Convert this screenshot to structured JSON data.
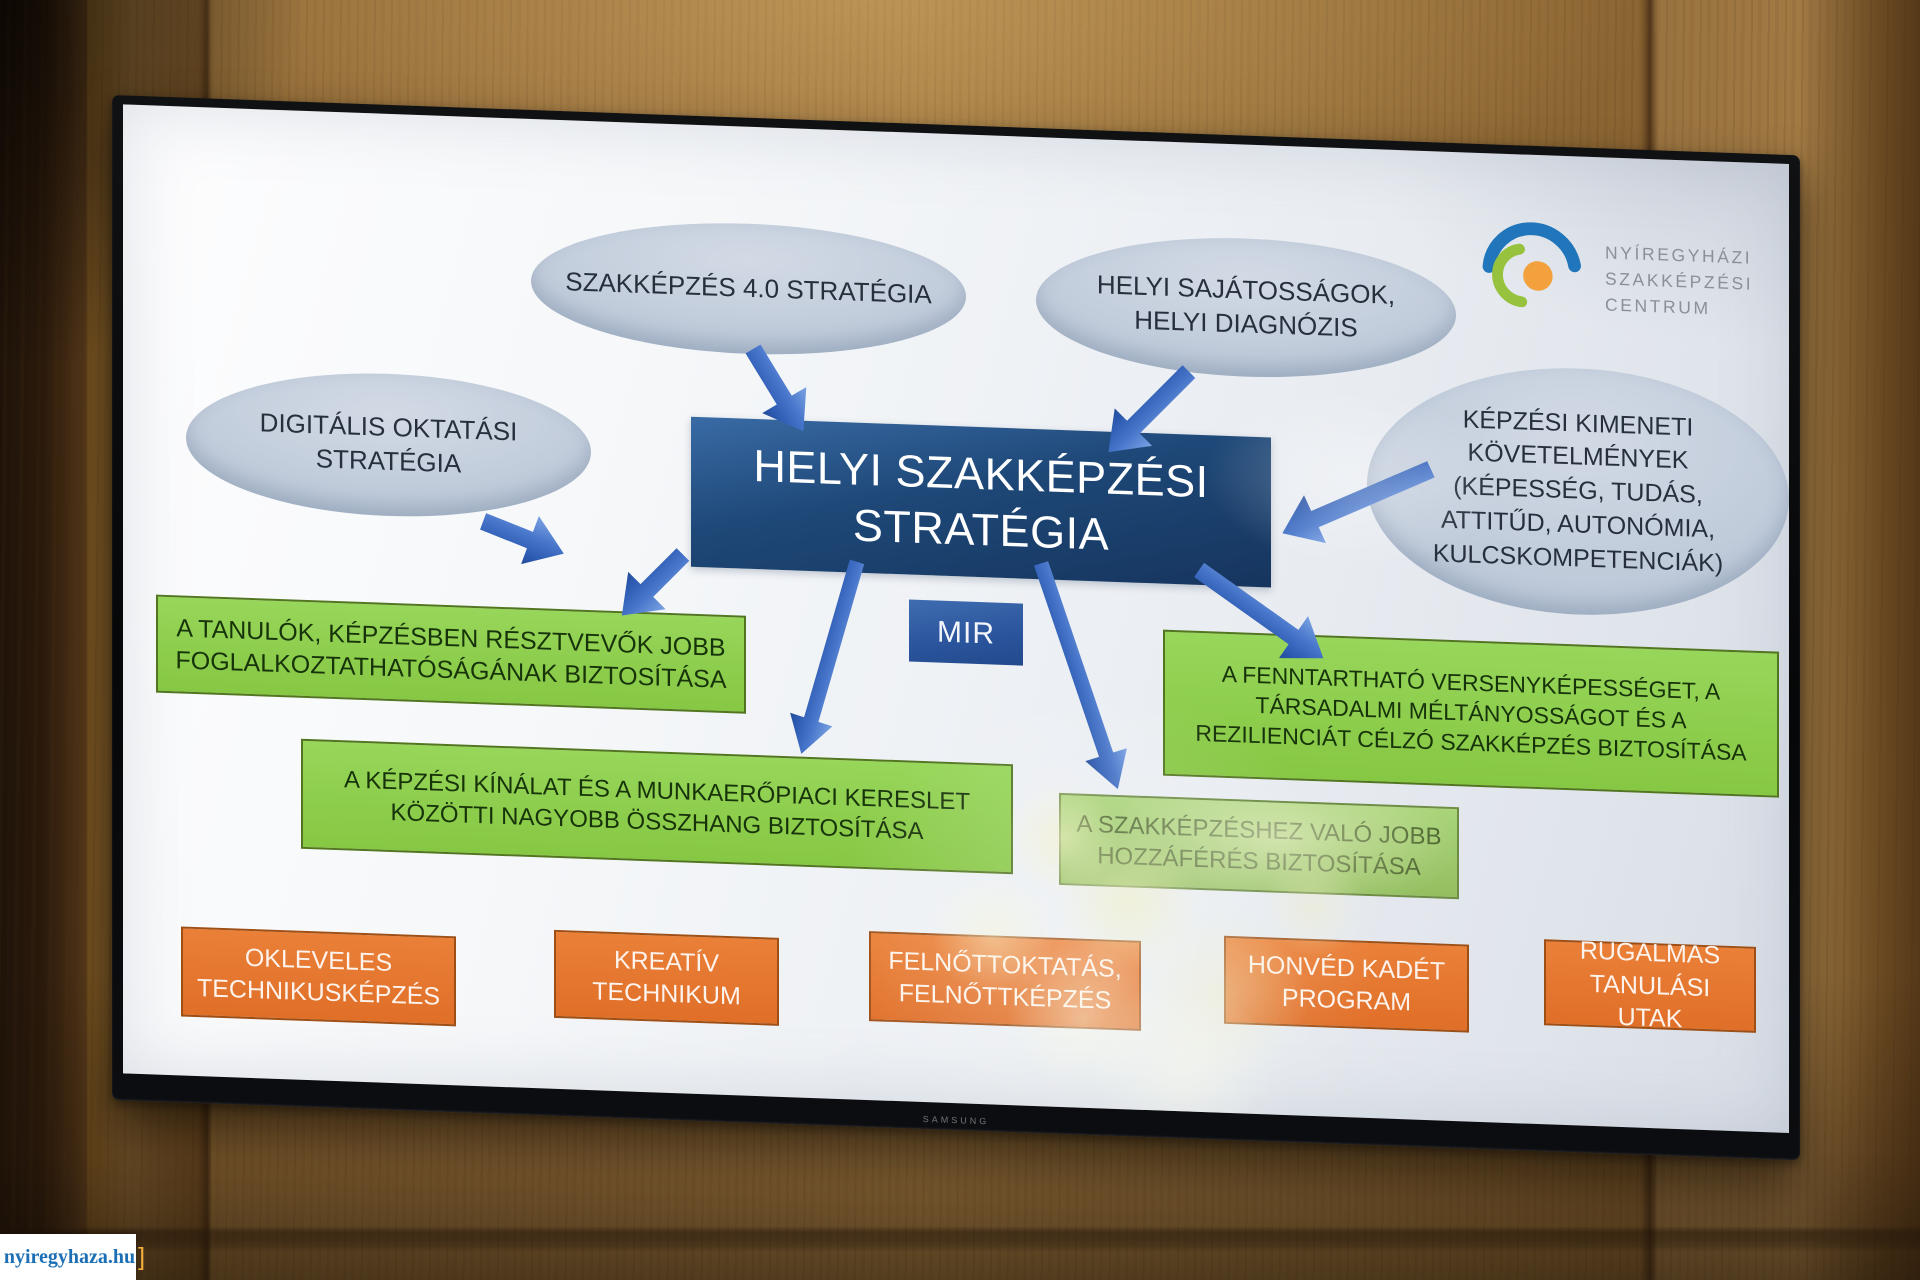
{
  "tv": {
    "brand": "SAMSUNG"
  },
  "logo": {
    "lines": [
      "NYÍREGYHÁZI",
      "SZAKKÉPZÉSI",
      "CENTRUM"
    ]
  },
  "diagram": {
    "center_title": "HELYI SZAKKÉPZÉSI STRATÉGIA",
    "mir_label": "MIR",
    "inputs": [
      "SZAKKÉPZÉS 4.0 STRATÉGIA",
      "HELYI SAJÁTOSSÁGOK, HELYI DIAGNÓZIS",
      "DIGITÁLIS OKTATÁSI STRATÉGIA",
      "KÉPZÉSI KIMENETI KÖVETELMÉNYEK (KÉPESSÉG, TUDÁS, ATTITŰD, AUTONÓMIA, KULCSKOMPETENCIÁK)"
    ],
    "goals": [
      "A TANULÓK, KÉPZÉSBEN RÉSZTVEVŐK JOBB FOGLALKOZTATHATÓSÁGÁNAK BIZTOSÍTÁSA",
      "A KÉPZÉSI KÍNÁLAT ÉS A MUNKAERŐPIACI KERESLET KÖZÖTTI NAGYOBB ÖSSZHANG BIZTOSÍTÁSA",
      "A FENNTARTHATÓ VERSENYKÉPESSÉGET, A TÁRSADALMI MÉLTÁNYOSSÁGOT ÉS A REZILIENCIÁT CÉLZÓ SZAKKÉPZÉS BIZTOSÍTÁSA",
      "A SZAKKÉPZÉSHEZ VALÓ JOBB HOZZÁFÉRÉS BIZTOSÍTÁSA"
    ],
    "programs": [
      "OKLEVELES TECHNIKUSKÉPZÉS",
      "KREATÍV TECHNIKUM",
      "FELNŐTTOKTATÁS, FELNŐTTKÉPZÉS",
      "HONVÉD KADÉT PROGRAM",
      "RUGALMAS TANULÁSI UTAK"
    ]
  },
  "watermark": {
    "text": "nyiregyhaza.hu"
  },
  "theme": {
    "ellipse_fill": "#bcc8d8",
    "center_box": "#1e4878",
    "goal_green": "#86c743",
    "program_orange": "#e06f28",
    "arrow_blue": "#2d5cb3",
    "logo_text_gray": "#8b9097",
    "logo_arc_blue": "#2176bb",
    "logo_arc_green": "#96c23d",
    "logo_dot_orange": "#f2a13c",
    "watermark_blue": "#1c6fb5",
    "bracket_orange": "#f3ae3d"
  }
}
